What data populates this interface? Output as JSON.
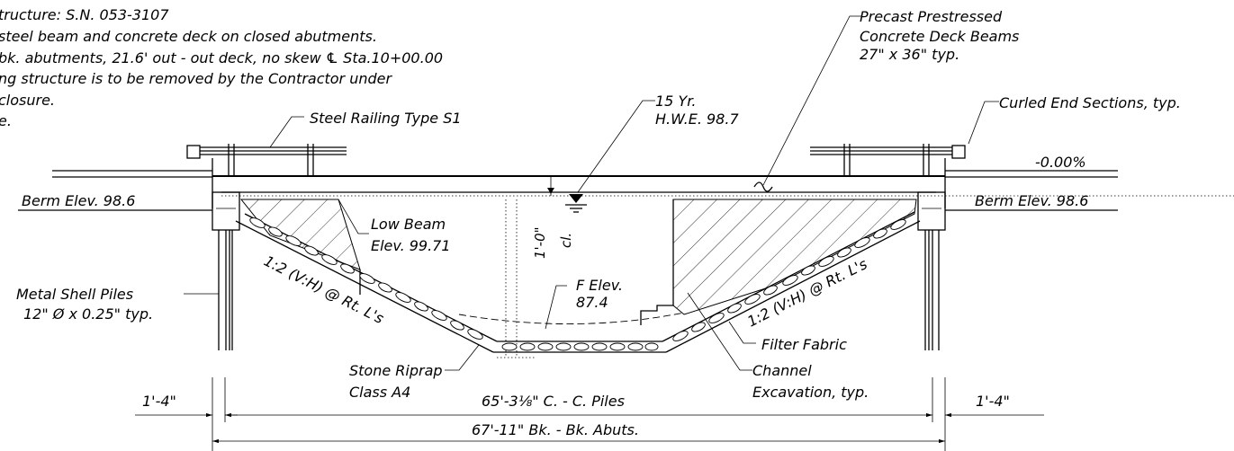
{
  "notes": [
    "tructure: S.N. 053-3107",
    "steel beam  and concrete deck on closed abutments.",
    "bk. abutments, 21.6' out - out deck, no skew ℄ Sta.10+00.00",
    "ng structure is to be removed by the Contractor under",
    " closure.",
    "e."
  ],
  "labels": {
    "deck_beams_1": "Precast Prestressed",
    "deck_beams_2": "Concrete Deck Beams",
    "deck_beams_3": "27\" x 36\" typ.",
    "hwe_1": "15 Yr.",
    "hwe_2": "H.W.E. 98.7",
    "curled_end": "Curled End Sections, typ.",
    "steel_railing": "Steel Railing Type S1",
    "grade": "-0.00%",
    "berm_left": "Berm Elev. 98.6",
    "berm_right": "Berm Elev. 98.6",
    "low_beam_1": "Low Beam",
    "low_beam_2": "Elev. 99.71",
    "clearance": "1'-0\"",
    "cl": "cl.",
    "fl_elev_1": "F Elev.",
    "fl_elev_2": "87.4",
    "slope_left": "1:2 (V:H) @ Rt. L's",
    "slope_right": "1:2 (V:H) @ Rt. L's",
    "piles_1": "Metal Shell Piles",
    "piles_2": "12\" Ø x 0.25\" typ.",
    "filter_fabric": "Filter Fabric",
    "channel_1": "Channel",
    "channel_2": "Excavation, typ.",
    "riprap_1": "Stone Riprap",
    "riprap_2": "Class A4",
    "dim_left": "1'-4\"",
    "dim_right": "1'-4\"",
    "dim_piles": "65'-3⅛\" C. - C. Piles",
    "dim_abuts": "67'-11\" Bk. - Bk. Abuts."
  }
}
